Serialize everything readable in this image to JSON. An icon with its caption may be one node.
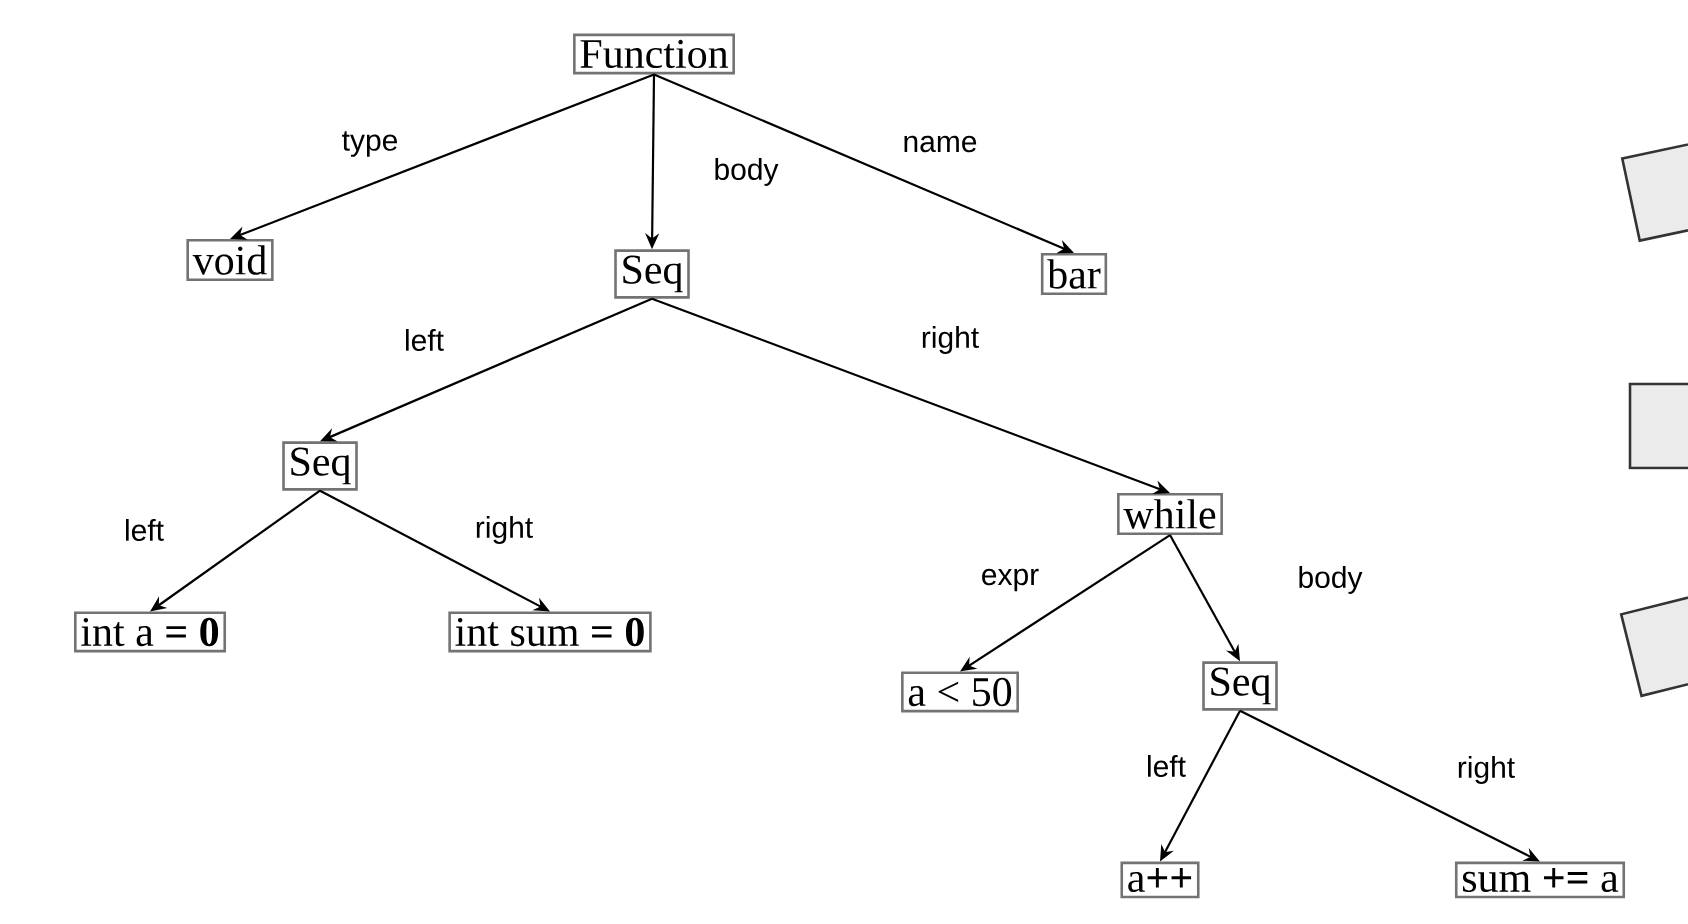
{
  "diagram": {
    "nodes": [
      {
        "text": [
          "Function"
        ]
      },
      {
        "text": [
          "void"
        ]
      },
      {
        "text": [
          "Seq"
        ]
      },
      {
        "text": [
          "bar"
        ]
      },
      {
        "text": [
          "Seq"
        ]
      },
      {
        "text": [
          "while"
        ]
      },
      {
        "text": [
          "int a **= 0**"
        ]
      },
      {
        "text": [
          "int sum **= 0**"
        ]
      },
      {
        "text": [
          "a < 50"
        ]
      },
      {
        "text": [
          "Seq"
        ]
      },
      {
        "text": [
          "a**++**"
        ]
      },
      {
        "text": [
          "sum **+=** a"
        ]
      },
      {
        "text": [],
        "shape": "box"
      },
      {
        "text": [],
        "shape": "box"
      },
      {
        "text": [],
        "shape": "box"
      }
    ],
    "edges": [
      {
        "from": 0,
        "to": 1,
        "arrow": "to",
        "label": "type"
      },
      {
        "from": 0,
        "to": 2,
        "arrow": "to",
        "label": "body"
      },
      {
        "from": 0,
        "to": 3,
        "arrow": "to",
        "label": "name"
      },
      {
        "from": 2,
        "to": 4,
        "arrow": "to",
        "label": "left"
      },
      {
        "from": 2,
        "to": 5,
        "arrow": "to",
        "label": "right"
      },
      {
        "from": 4,
        "to": 6,
        "arrow": "to",
        "label": "left"
      },
      {
        "from": 4,
        "to": 7,
        "arrow": "to",
        "label": "right"
      },
      {
        "from": 5,
        "to": 8,
        "arrow": "to",
        "label": "expr"
      },
      {
        "from": 5,
        "to": 9,
        "arrow": "to",
        "label": "body"
      },
      {
        "from": 9,
        "to": 10,
        "arrow": "to",
        "label": "left"
      },
      {
        "from": 9,
        "to": 11,
        "arrow": "to",
        "label": "right"
      }
    ]
  }
}
